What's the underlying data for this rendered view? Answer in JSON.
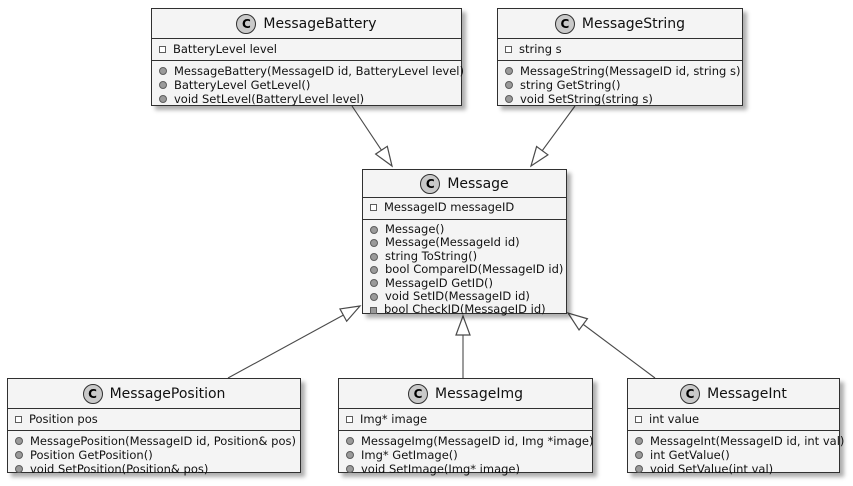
{
  "diagram_title": "",
  "class_icon_letter": "C",
  "icons": {
    "field": "open-square-field-icon",
    "method": "filled-circle-method-icon",
    "private_method": "filled-square-method-icon"
  },
  "colors": {
    "box_fill": "#f4f4f4",
    "border": "#303030",
    "class_circle_fill": "#c9c9c9",
    "bullet_fill": "#9a9a9a",
    "edge_line": "#4a4a4a",
    "background": "#ffffff"
  },
  "classes": [
    {
      "name": "MessageBattery",
      "fields": [
        "BatteryLevel level"
      ],
      "methods": [
        "MessageBattery(MessageID id, BatteryLevel level)",
        "BatteryLevel GetLevel()",
        "void SetLevel(BatteryLevel level)"
      ]
    },
    {
      "name": "MessageString",
      "fields": [
        "string s"
      ],
      "methods": [
        "MessageString(MessageID id, string s)",
        "string GetString()",
        "void SetString(string s)"
      ]
    },
    {
      "name": "Message",
      "fields": [
        "MessageID messageID"
      ],
      "methods": [
        "Message()",
        "Message(MessageId id)",
        "string ToString()",
        "bool CompareID(MessageID id)",
        "MessageID GetID()",
        "void SetID(MessageID id)",
        "bool CheckID(MessageID id)"
      ]
    },
    {
      "name": "MessagePosition",
      "fields": [
        "Position pos"
      ],
      "methods": [
        "MessagePosition(MessageID id, Position& pos)",
        "Position GetPosition()",
        "void SetPosition(Position& pos)"
      ]
    },
    {
      "name": "MessageImg",
      "fields": [
        "Img* image"
      ],
      "methods": [
        "MessageImg(MessageID id, Img *image)",
        "Img* GetImage()",
        "void SetImage(Img* image)"
      ]
    },
    {
      "name": "MessageInt",
      "fields": [
        "int value"
      ],
      "methods": [
        "MessageInt(MessageID id, int val)",
        "int GetValue()",
        "void SetValue(int val)"
      ]
    }
  ],
  "relationships": [
    {
      "from": "MessageBattery",
      "to": "Message",
      "type": "inheritance"
    },
    {
      "from": "MessageString",
      "to": "Message",
      "type": "inheritance"
    },
    {
      "from": "MessagePosition",
      "to": "Message",
      "type": "inheritance"
    },
    {
      "from": "MessageImg",
      "to": "Message",
      "type": "inheritance"
    },
    {
      "from": "MessageInt",
      "to": "Message",
      "type": "inheritance"
    }
  ]
}
